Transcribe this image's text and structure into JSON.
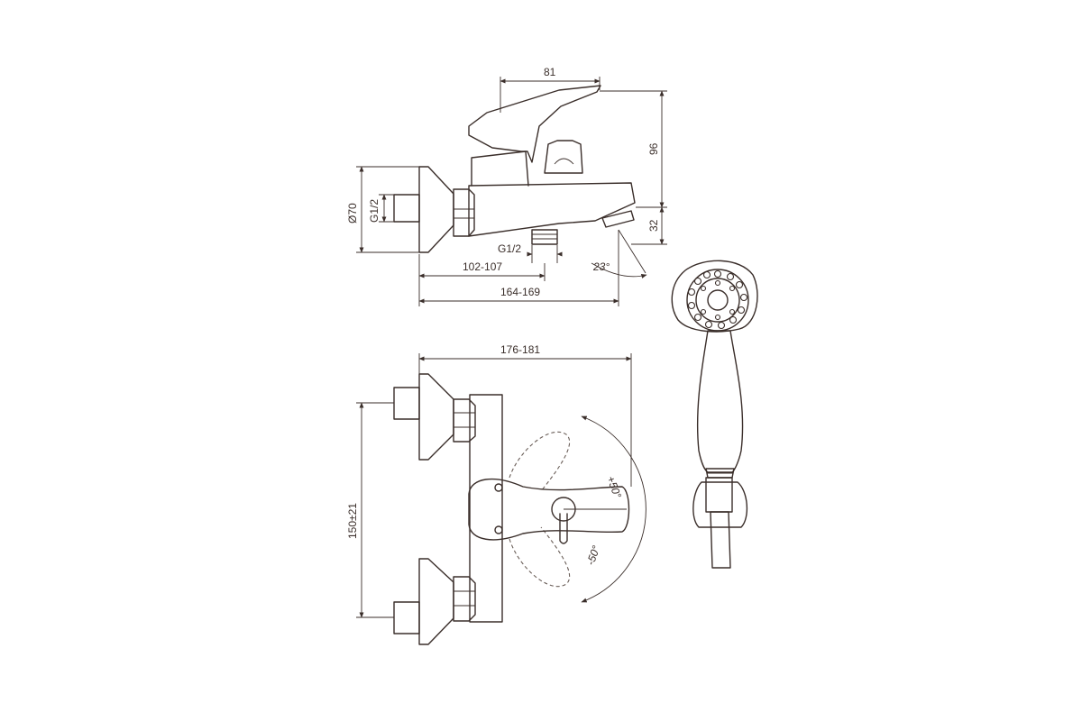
{
  "dimensions": {
    "lever_reach": "81",
    "body_height": "96",
    "spout_height": "32",
    "flange_diameter": "Ø70",
    "inlet_thread_left": "G1/2",
    "outlet_thread_bottom": "G1/2",
    "spout_reach_short": "102-107",
    "spout_reach_long": "164-169",
    "spout_angle": "23°",
    "overall_width": "176-181",
    "inlet_spacing": "150±21",
    "lever_rotation_plus": "+50°",
    "lever_rotation_minus": "-50°"
  },
  "colors": {
    "line": "#3a2e2a",
    "background": "#ffffff"
  }
}
